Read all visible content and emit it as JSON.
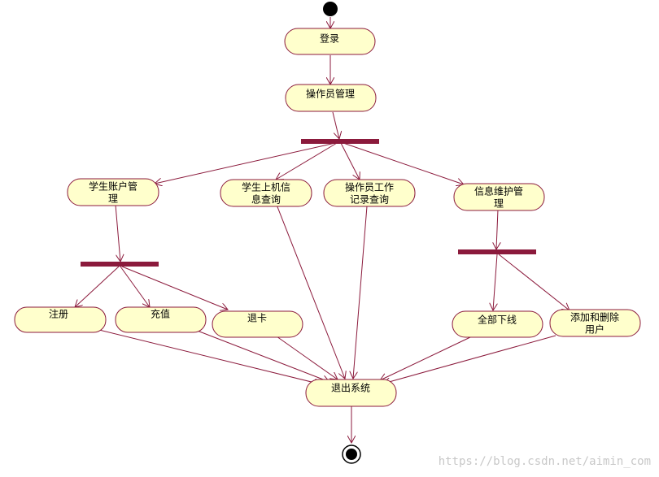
{
  "nodes": {
    "login": "登录",
    "operator_mgmt": "操作员管理",
    "student_account_1": "学生账户管",
    "student_account_2": "理",
    "student_online_1": "学生上机信",
    "student_online_2": "息查询",
    "operator_log_1": "操作员工作",
    "operator_log_2": "记录查询",
    "info_maint_1": "信息维护管",
    "info_maint_2": "理",
    "register": "注册",
    "recharge": "充值",
    "refund_card": "退卡",
    "all_offline": "全部下线",
    "add_delete_1": "添加和删除",
    "add_delete_2": "用户",
    "exit_system": "退出系统"
  },
  "watermark": "https://blog.csdn.net/aimin_com",
  "colors": {
    "node_fill": "#ffffcc",
    "edge": "#8b1a3c",
    "bar": "#8b1a3c"
  }
}
